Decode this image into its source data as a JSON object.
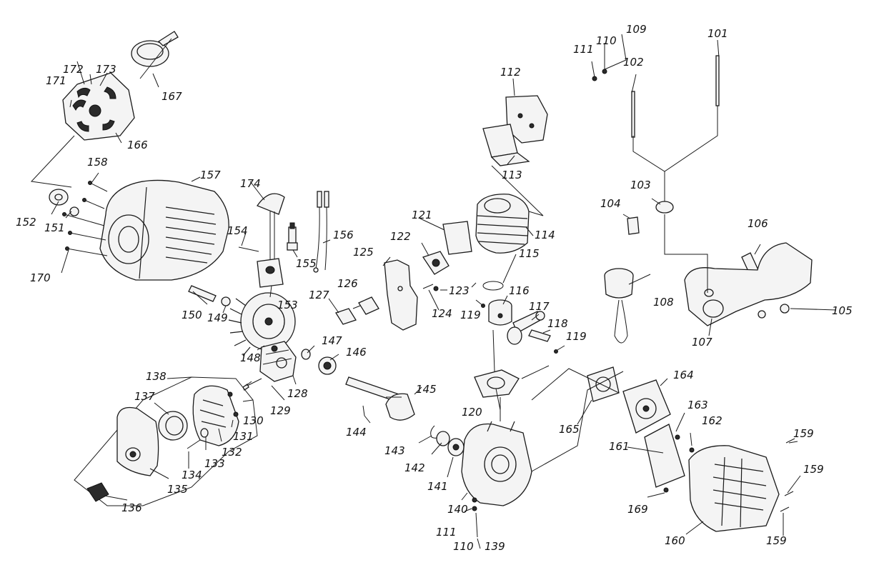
{
  "labels": [
    {
      "id": "101",
      "text": "101"
    },
    {
      "id": "102",
      "text": "102"
    },
    {
      "id": "103",
      "text": "103"
    },
    {
      "id": "104",
      "text": "104"
    },
    {
      "id": "105",
      "text": "105"
    },
    {
      "id": "106",
      "text": "106"
    },
    {
      "id": "107",
      "text": "107"
    },
    {
      "id": "108",
      "text": "108"
    },
    {
      "id": "109",
      "text": "109"
    },
    {
      "id": "110a",
      "text": "110"
    },
    {
      "id": "111a",
      "text": "111"
    },
    {
      "id": "112",
      "text": "112"
    },
    {
      "id": "113",
      "text": "113"
    },
    {
      "id": "114",
      "text": "114"
    },
    {
      "id": "115",
      "text": "115"
    },
    {
      "id": "116",
      "text": "116"
    },
    {
      "id": "117",
      "text": "117"
    },
    {
      "id": "118",
      "text": "118"
    },
    {
      "id": "119a",
      "text": "119"
    },
    {
      "id": "119b",
      "text": "119"
    },
    {
      "id": "120",
      "text": "120"
    },
    {
      "id": "121",
      "text": "121"
    },
    {
      "id": "122",
      "text": "122"
    },
    {
      "id": "123",
      "text": "123"
    },
    {
      "id": "124",
      "text": "124"
    },
    {
      "id": "125",
      "text": "125"
    },
    {
      "id": "126",
      "text": "126"
    },
    {
      "id": "127",
      "text": "127"
    },
    {
      "id": "128",
      "text": "128"
    },
    {
      "id": "129",
      "text": "129"
    },
    {
      "id": "130",
      "text": "130"
    },
    {
      "id": "131",
      "text": "131"
    },
    {
      "id": "132",
      "text": "132"
    },
    {
      "id": "133",
      "text": "133"
    },
    {
      "id": "134",
      "text": "134"
    },
    {
      "id": "135",
      "text": "135"
    },
    {
      "id": "136",
      "text": "136"
    },
    {
      "id": "137",
      "text": "137"
    },
    {
      "id": "138",
      "text": "138"
    },
    {
      "id": "139",
      "text": "139"
    },
    {
      "id": "140",
      "text": "140"
    },
    {
      "id": "141",
      "text": "141"
    },
    {
      "id": "142",
      "text": "142"
    },
    {
      "id": "143",
      "text": "143"
    },
    {
      "id": "144",
      "text": "144"
    },
    {
      "id": "145",
      "text": "145"
    },
    {
      "id": "146",
      "text": "146"
    },
    {
      "id": "147",
      "text": "147"
    },
    {
      "id": "148",
      "text": "148"
    },
    {
      "id": "149",
      "text": "149"
    },
    {
      "id": "150",
      "text": "150"
    },
    {
      "id": "151",
      "text": "151"
    },
    {
      "id": "152",
      "text": "152"
    },
    {
      "id": "153",
      "text": "153"
    },
    {
      "id": "154",
      "text": "154"
    },
    {
      "id": "155",
      "text": "155"
    },
    {
      "id": "156",
      "text": "156"
    },
    {
      "id": "157",
      "text": "157"
    },
    {
      "id": "158",
      "text": "158"
    },
    {
      "id": "159a",
      "text": "159"
    },
    {
      "id": "159b",
      "text": "159"
    },
    {
      "id": "159c",
      "text": "159"
    },
    {
      "id": "160",
      "text": "160"
    },
    {
      "id": "161",
      "text": "161"
    },
    {
      "id": "162",
      "text": "162"
    },
    {
      "id": "163",
      "text": "163"
    },
    {
      "id": "164",
      "text": "164"
    },
    {
      "id": "165",
      "text": "165"
    },
    {
      "id": "166",
      "text": "166"
    },
    {
      "id": "167",
      "text": "167"
    },
    {
      "id": "169",
      "text": "169"
    },
    {
      "id": "170",
      "text": "170"
    },
    {
      "id": "171",
      "text": "171"
    },
    {
      "id": "172",
      "text": "172"
    },
    {
      "id": "173",
      "text": "173"
    },
    {
      "id": "174",
      "text": "174"
    },
    {
      "id": "110b",
      "text": "110"
    },
    {
      "id": "111b",
      "text": "111"
    }
  ]
}
